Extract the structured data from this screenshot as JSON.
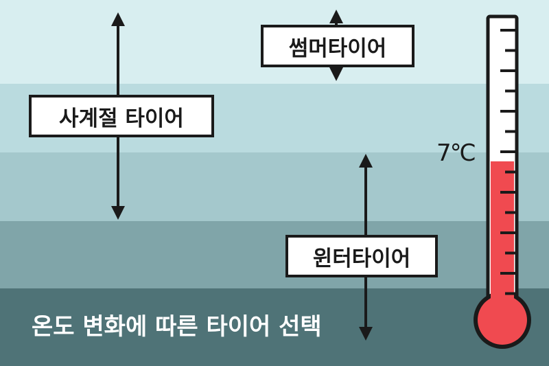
{
  "diagram": {
    "labels": {
      "summer": "썸머타이어",
      "all_season": "사계절 타이어",
      "winter": "윈터타이어"
    },
    "title": "온도 변화에 따른 타이어 선택",
    "thermometer": {
      "reading": "7℃",
      "fill_fraction": 0.5
    },
    "colors": {
      "mercury": "#f04a50",
      "outline": "#1a1a1a"
    }
  }
}
